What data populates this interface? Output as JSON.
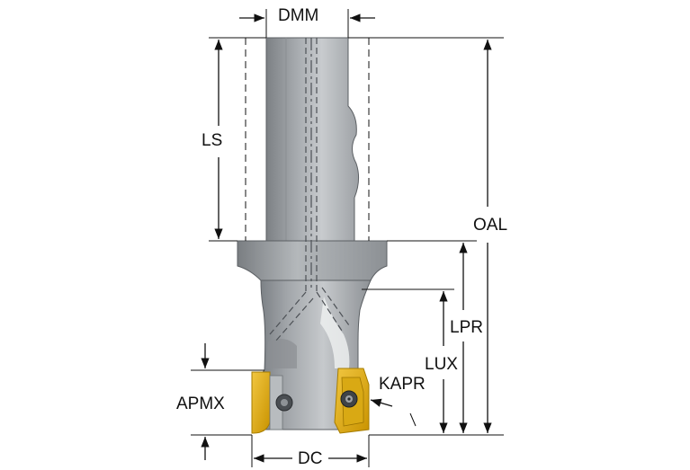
{
  "labels": {
    "dmm": "DMM",
    "ls": "LS",
    "oal": "OAL",
    "lpr": "LPR",
    "lux": "LUX",
    "kapr": "KAPR",
    "apmx": "APMX",
    "dc": "DC"
  },
  "colors": {
    "body_dark": "#7d8185",
    "body_light": "#c2c6c9",
    "insert_gold": "#e0b020",
    "insert_edge": "#a67c00",
    "dimension_line": "#111111"
  }
}
